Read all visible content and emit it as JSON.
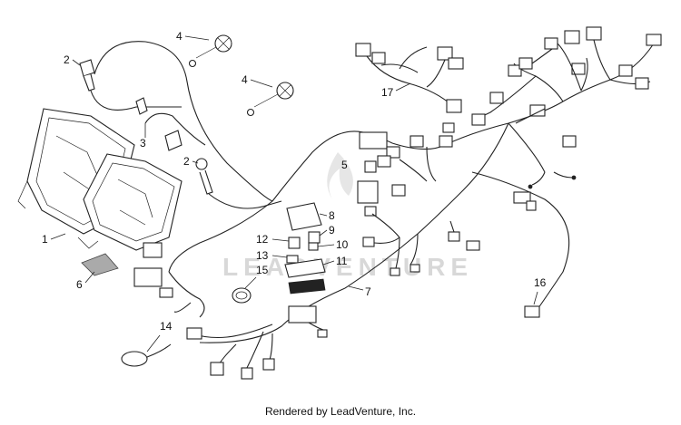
{
  "diagram": {
    "watermark": "LEADVENTURE",
    "callouts": {
      "c1": "1",
      "c2a": "2",
      "c2b": "2",
      "c3": "3",
      "c4a": "4",
      "c4b": "4",
      "c5": "5",
      "c6": "6",
      "c7": "7",
      "c8": "8",
      "c9": "9",
      "c10": "10",
      "c11": "11",
      "c12": "12",
      "c13": "13",
      "c14": "14",
      "c15": "15",
      "c16": "16",
      "c17": "17"
    }
  },
  "footer": {
    "text": "Rendered by LeadVenture, Inc."
  }
}
